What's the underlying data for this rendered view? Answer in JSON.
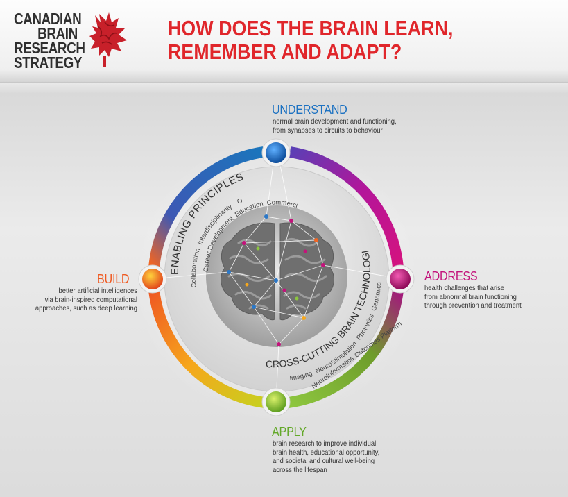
{
  "logo": {
    "lines": [
      "CANADIAN",
      "BRAIN",
      "RESEARCH",
      "STRATEGY"
    ]
  },
  "title": {
    "line1": "HOW DOES THE BRAIN LEARN,",
    "line2": "REMEMBER AND ADAPT?"
  },
  "colors": {
    "title": "#e0262b",
    "understand": "#1d72c2",
    "address": "#c3137b",
    "apply": "#63a829",
    "build": "#ef5a22"
  },
  "nodes": {
    "understand": {
      "heading": "UNDERSTAND",
      "lines": [
        "normal brain development and functioning,",
        "from synapses to circuits to behaviour"
      ]
    },
    "address": {
      "heading": "ADDRESS",
      "lines": [
        "health challenges that arise",
        "from abnormal brain functioning",
        "through prevention and treatment"
      ]
    },
    "apply": {
      "heading": "APPLY",
      "lines": [
        "brain research to improve individual",
        "brain health, educational opportunity,",
        "and societal and cultural well-being",
        "across the lifespan"
      ]
    },
    "build": {
      "heading": "BUILD",
      "lines": [
        "better artificial intelligences",
        "via brain-inspired computational",
        "approaches, such as deep learning"
      ]
    }
  },
  "enabling": {
    "title": "ENABLING PRINCIPLES",
    "items": [
      "Collaboration",
      "Career Development",
      "Interdisciplinarity",
      "Education",
      "Open Science",
      "Commercialization"
    ]
  },
  "crosscutting": {
    "title": "CROSS-CUTTING BRAIN TECHNOLOGIES",
    "items": [
      "Imaging",
      "NeuroInformatics",
      "NeuroStimulation",
      "Outcomes Platform",
      "Photonics",
      "Genomics"
    ]
  }
}
